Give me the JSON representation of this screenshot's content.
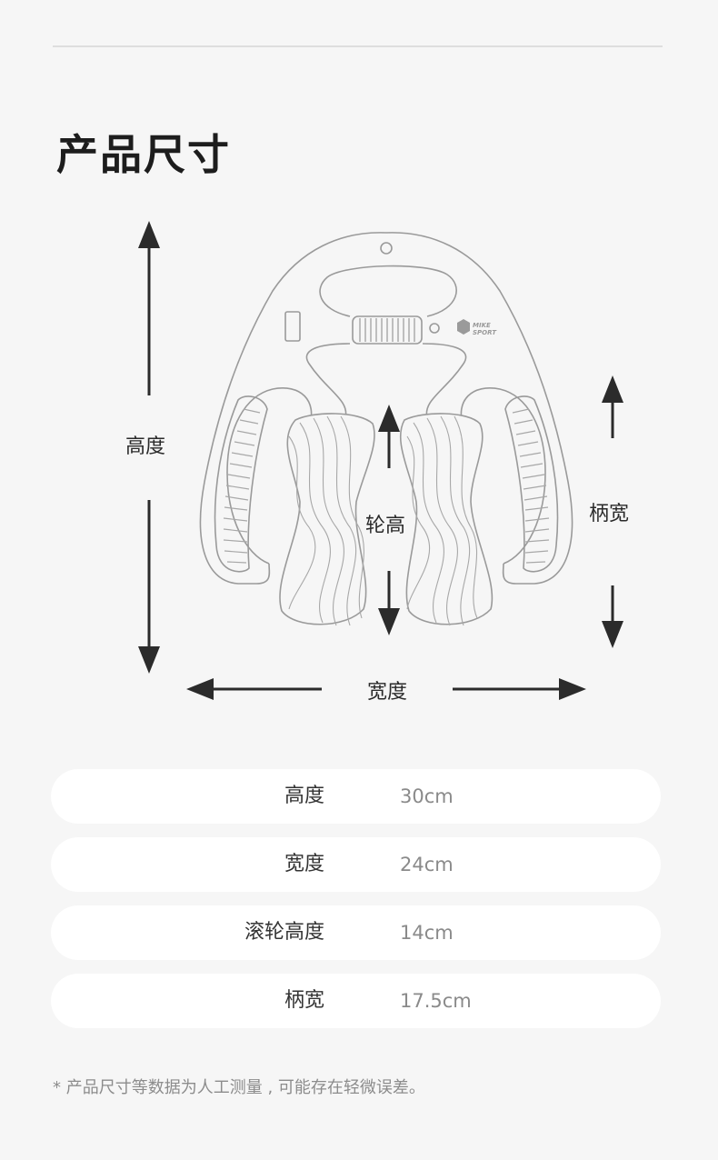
{
  "section": {
    "title": "产品尺寸"
  },
  "diagram": {
    "labels": {
      "height": "高度",
      "width": "宽度",
      "wheel_height": "轮高",
      "handle_width": "柄宽"
    },
    "brand": {
      "line1": "MIKE",
      "line2": "SPORT"
    }
  },
  "specs": [
    {
      "name": "高度",
      "value": "30cm"
    },
    {
      "name": "宽度",
      "value": "24cm"
    },
    {
      "name": "滚轮高度",
      "value": "14cm"
    },
    {
      "name": "柄宽",
      "value": "17.5cm"
    }
  ],
  "footnote": "* 产品尺寸等数据为人工测量 , 可能存在轻微误差。",
  "colors": {
    "background": "#f6f6f6",
    "row_background": "#ffffff",
    "line_art": "#9a9a9a",
    "arrow": "#2b2b2b"
  }
}
